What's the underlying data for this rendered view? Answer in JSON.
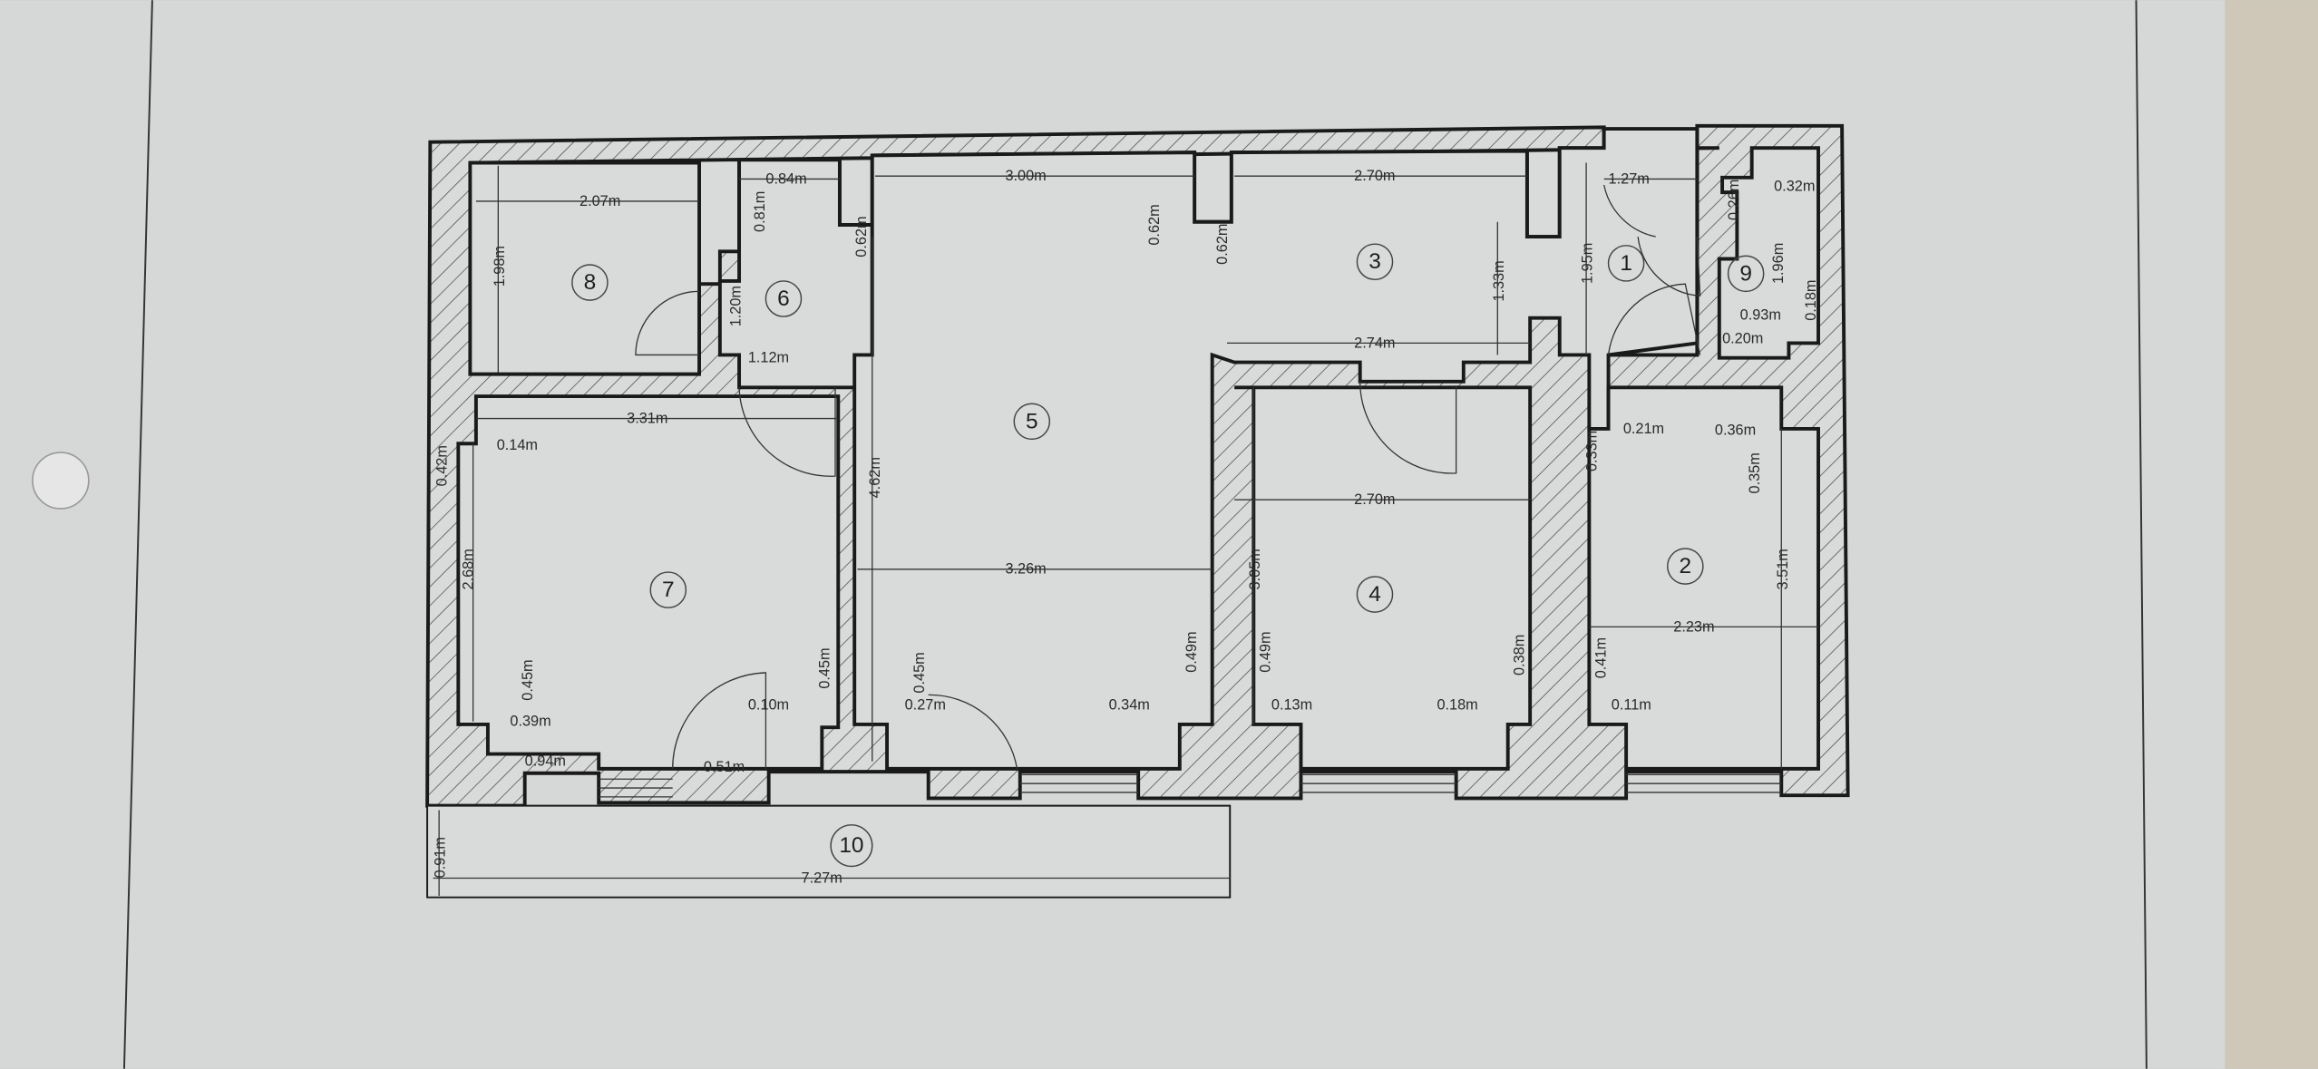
{
  "colors": {
    "paper": "#d9dbda",
    "background": "#c5c7c8",
    "fabric": "#cfc8b8",
    "line": "#1a1a1a"
  },
  "rooms": [
    {
      "label": "1"
    },
    {
      "label": "2"
    },
    {
      "label": "3"
    },
    {
      "label": "4"
    },
    {
      "label": "5"
    },
    {
      "label": "6"
    },
    {
      "label": "7"
    },
    {
      "label": "8"
    },
    {
      "label": "9"
    },
    {
      "label": "10"
    }
  ],
  "dimensions": [
    "2.07m",
    "0.84m",
    "3.00m",
    "2.70m",
    "1.27m",
    "0.32m",
    "1.12m",
    "2.74m",
    "3.31m",
    "0.14m",
    "0.21m",
    "0.36m",
    "2.70m",
    "3.26m",
    "2.23m",
    "0.93m",
    "0.20m",
    "0.10m",
    "0.27m",
    "0.34m",
    "0.13m",
    "0.18m",
    "0.11m",
    "0.39m",
    "0.94m",
    "0.51m",
    "7.27m",
    "1.98m",
    "0.81m",
    "1.20m",
    "0.62m",
    "0.62m",
    "0.62m",
    "1.33m",
    "1.95m",
    "0.26m",
    "1.96m",
    "0.18m",
    "0.42m",
    "0.33m",
    "0.35m",
    "4.62m",
    "2.68m",
    "3.05m",
    "3.51m",
    "0.45m",
    "0.45m",
    "0.45m",
    "0.49m",
    "0.49m",
    "0.38m",
    "0.41m",
    "0.91m"
  ]
}
